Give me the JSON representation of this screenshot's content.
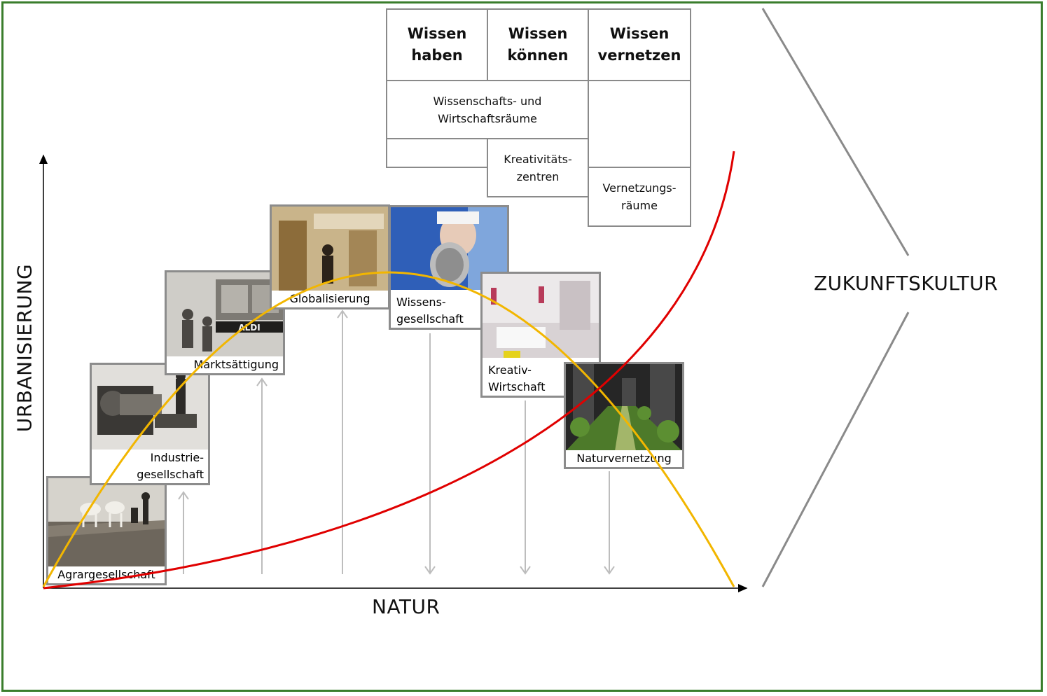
{
  "axes": {
    "x_label": "NATUR",
    "y_label": "URBANISIERUNG"
  },
  "future_label": "ZUKUNFTSKULTUR",
  "knowledge_table": {
    "headers": [
      [
        "Wissen",
        "haben"
      ],
      [
        "Wissen",
        "können"
      ],
      [
        "Wissen",
        "vernetzen"
      ]
    ],
    "spaces": [
      [
        "Wissenschafts- und",
        "Wirtschaftsräume"
      ],
      [
        "Kreativitäts-",
        "zentren"
      ],
      [
        "Vernetzungs-",
        "räume"
      ]
    ]
  },
  "stages": [
    {
      "label": [
        "Agrargesellschaft"
      ],
      "direction": "up"
    },
    {
      "label": [
        "Industrie-",
        "gesellschaft"
      ],
      "direction": "up"
    },
    {
      "label": [
        "Marktsättigung"
      ],
      "direction": "up"
    },
    {
      "label": [
        "Globalisierung"
      ],
      "direction": "up"
    },
    {
      "label": [
        "Wissens-",
        "gesellschaft"
      ],
      "direction": "down"
    },
    {
      "label": [
        "Kreativ-",
        "Wirtschaft"
      ],
      "direction": "down"
    },
    {
      "label": [
        "Naturvernetzung"
      ],
      "direction": "down"
    }
  ],
  "photo_texts": {
    "store_sign": "ALDI"
  },
  "colors": {
    "frame": "#3a7d2c",
    "urbanization_curve": "#f2b600",
    "nature_curve": "#e00000",
    "arrows": "#bdbdbd",
    "chevron": "#8a8a8a"
  }
}
